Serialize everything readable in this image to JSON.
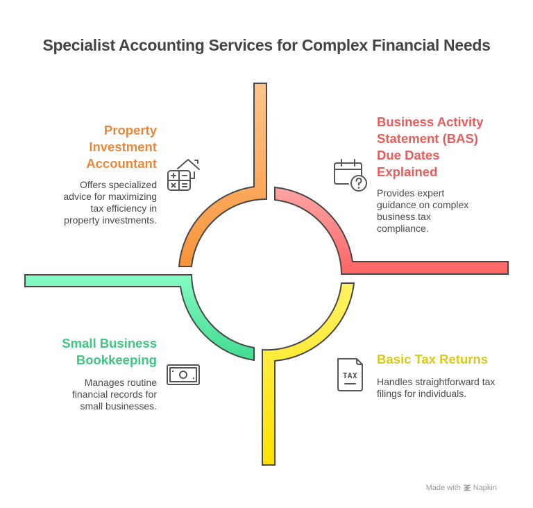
{
  "title": "Specialist Accounting Services for Complex Financial Needs",
  "colors": {
    "orange": "#E8883A",
    "red": "#E85C5C",
    "green": "#3CC784",
    "yellow": "#DCC81C",
    "stroke": "#474747",
    "text": "#4a4a4a"
  },
  "items": [
    {
      "id": "property",
      "heading_lines": [
        "Property",
        "Investment",
        "Accountant"
      ],
      "description_lines": [
        "Offers specialized",
        "advice for maximizing",
        "tax efficiency in",
        "property investments."
      ],
      "icon": "house-calculator-icon",
      "color": "#E8883A"
    },
    {
      "id": "bas",
      "heading_lines": [
        "Business Activity",
        "Statement (BAS)",
        "Due Dates",
        "Explained"
      ],
      "description_lines": [
        "Provides expert",
        "guidance on complex",
        "business tax",
        "compliance."
      ],
      "icon": "calendar-question-icon",
      "color": "#E85C5C"
    },
    {
      "id": "bookkeeping",
      "heading_lines": [
        "Small Business",
        "Bookkeeping"
      ],
      "description_lines": [
        "Manages routine",
        "financial records for",
        "small businesses."
      ],
      "icon": "banknote-icon",
      "color": "#3CC784"
    },
    {
      "id": "tax",
      "heading_lines": [
        "Basic Tax Returns"
      ],
      "description_lines": [
        "Handles straightforward tax",
        "filings for individuals."
      ],
      "icon": "tax-document-icon",
      "color": "#DCC81C"
    }
  ],
  "footer": {
    "made_with": "Made with",
    "brand": "Napkin"
  }
}
